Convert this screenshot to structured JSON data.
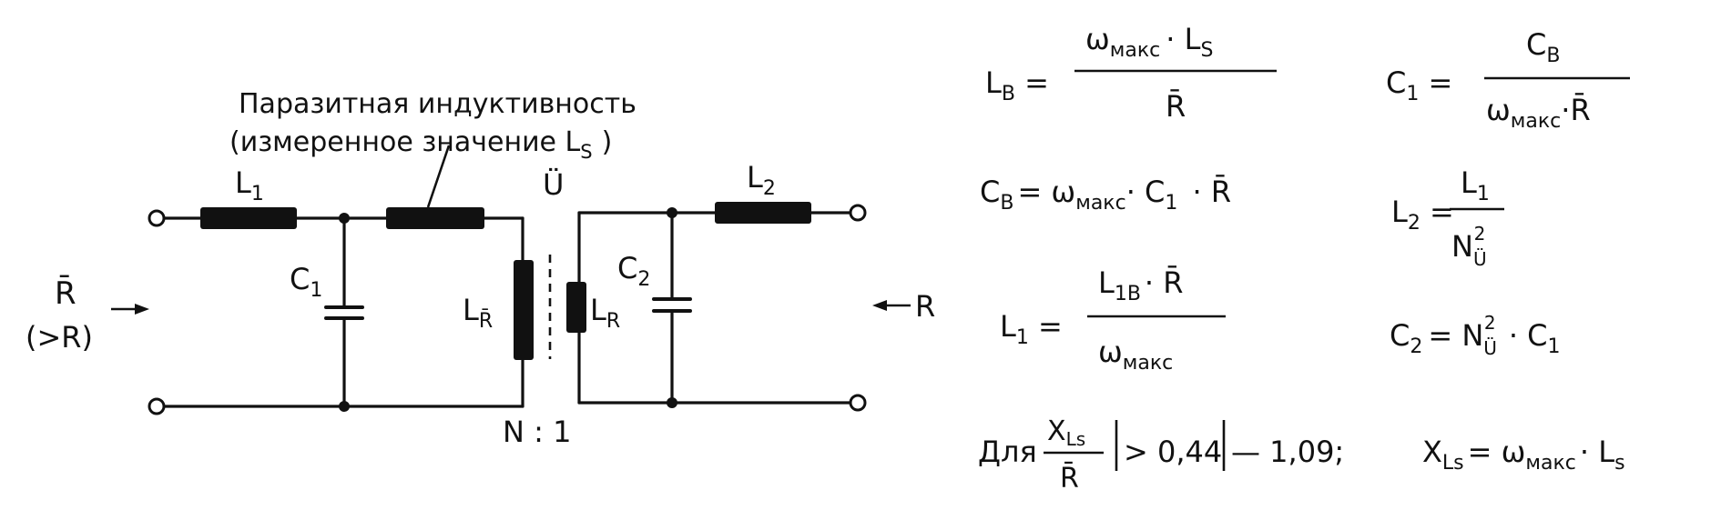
{
  "circuit": {
    "annotation_line1": "Паразитная индуктивность",
    "annotation_line2": "(измеренное значение L",
    "annotation_sub": "S",
    "annotation_close": ")",
    "L1": "L",
    "L1_sub": "1",
    "L2": "L",
    "L2_sub": "2",
    "C1": "C",
    "C1_sub": "1",
    "C2": "C",
    "C2_sub": "2",
    "LRbar": "L",
    "LRbar_sub": "R̄",
    "LR": "L",
    "LR_sub": "R",
    "transformer_label": "Ü",
    "ratio": "N : 1",
    "input_R": "R̄",
    "input_cond": "(>R)",
    "output_R": "R"
  },
  "formulas": {
    "LB_lhs": "L",
    "LB_lhs_sub": "B",
    "LB_num_a": "ω",
    "LB_num_a_sub": "макс",
    "LB_num_b": "· L",
    "LB_num_b_sub": "S",
    "LB_den": "R̄",
    "C1_lhs": "C",
    "C1_lhs_sub": "1",
    "C1_num": "C",
    "C1_num_sub": "B",
    "C1_den_a": "ω",
    "C1_den_a_sub": "макс",
    "C1_den_b": "·R̄",
    "CB_lhs": "C",
    "CB_lhs_sub": "B",
    "CB_rhs_a": "= ω",
    "CB_rhs_a_sub": "макс",
    "CB_rhs_b": "· C",
    "CB_rhs_b_sub": "1",
    "CB_rhs_c": " · R̄",
    "L2_lhs": "L",
    "L2_lhs_sub": "2",
    "L2_num": "L",
    "L2_num_sub": "1",
    "L2_den": "N",
    "L2_den_sub": "Ü",
    "L2_den_sup": "2",
    "L1_lhs": "L",
    "L1_lhs_sub": "1",
    "L1_num_a": "L",
    "L1_num_a_sub": "1B",
    "L1_num_b": "· R̄",
    "L1_den": "ω",
    "L1_den_sub": "макс",
    "C2_lhs": "C",
    "C2_lhs_sub": "2",
    "C2_rhs_a": "= N",
    "C2_rhs_a_sub": "Ü",
    "C2_rhs_a_sup": "2",
    "C2_rhs_b": " · C",
    "C2_rhs_b_sub": "1",
    "cond_prefix": "Для",
    "cond_num": "X",
    "cond_num_sub": "Ls",
    "cond_den": "R̄",
    "cond_range": "> 0,44",
    "cond_upper": "— 1,09;",
    "XLs_lhs": "X",
    "XLs_lhs_sub": "Ls",
    "XLs_rhs_a": "= ω",
    "XLs_rhs_a_sub": "макс",
    "XLs_rhs_b": "· L",
    "XLs_rhs_b_sub": "s"
  }
}
